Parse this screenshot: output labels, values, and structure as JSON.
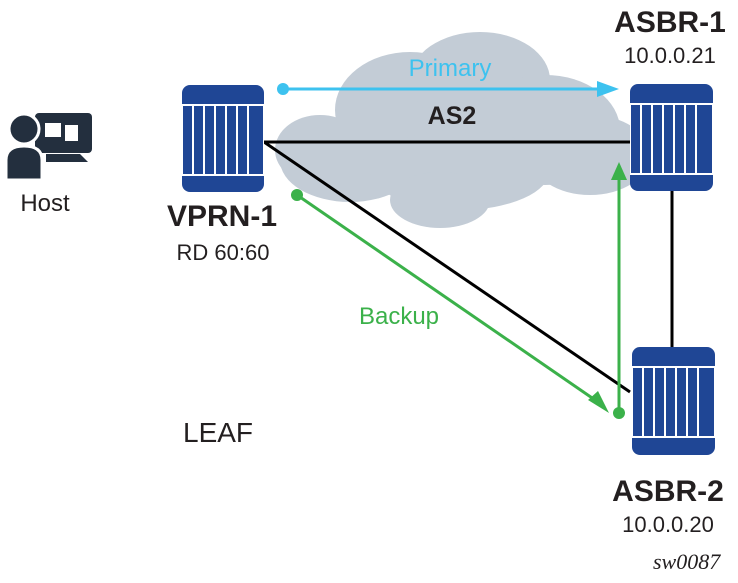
{
  "diagram": {
    "cloud": {
      "label": "AS2",
      "color": "#c3ccd6"
    },
    "host": {
      "label": "Host",
      "icon": "host-user-monitor-icon",
      "color": "#232f3e"
    },
    "nodes": [
      {
        "id": "vprn1",
        "name": "VPRN-1",
        "sub": "RD 60:60",
        "icon": "router-icon"
      },
      {
        "id": "asbr1",
        "name": "ASBR-1",
        "sub": "10.0.0.21",
        "icon": "router-icon"
      },
      {
        "id": "asbr2",
        "name": "ASBR-2",
        "sub": "10.0.0.20",
        "icon": "router-icon"
      }
    ],
    "links": [
      {
        "from": "VPRN-1",
        "to": "ASBR-1",
        "color": "#000000"
      },
      {
        "from": "VPRN-1",
        "to": "ASBR-2",
        "color": "#000000"
      },
      {
        "from": "ASBR-1",
        "to": "ASBR-2",
        "color": "#000000"
      }
    ],
    "paths": [
      {
        "label": "Primary",
        "color": "#3dc2ef",
        "from": "VPRN-1",
        "to": "ASBR-1"
      },
      {
        "label": "Backup",
        "color": "#3bb14a",
        "from": "VPRN-1",
        "via": "ASBR-2",
        "to": "ASBR-1"
      }
    ],
    "router_color": "#1f4695",
    "region_label": "LEAF",
    "figure_id": "sw0087"
  }
}
